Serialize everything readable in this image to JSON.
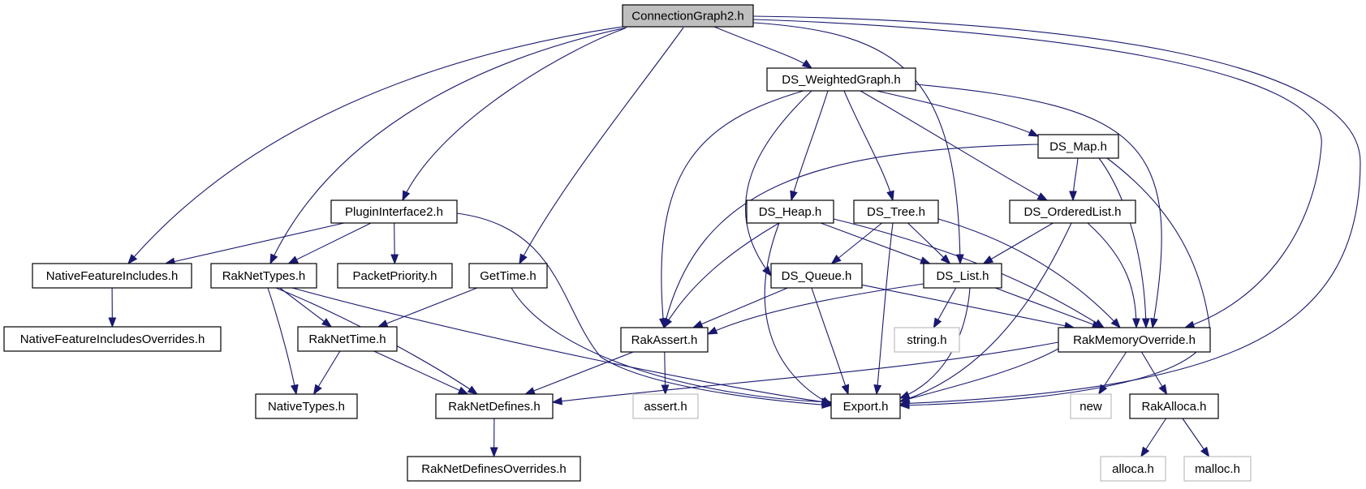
{
  "colors": {
    "edge": "#191970",
    "root_fill": "#bfbfbf",
    "node_fill": "#ffffff",
    "node_stroke": "#000000",
    "external_stroke": "#bfbfbf"
  },
  "nodes": [
    {
      "id": "connectiongraph2",
      "label": "ConnectionGraph2.h",
      "kind": "root"
    },
    {
      "id": "ds-weightedgraph",
      "label": "DS_WeightedGraph.h",
      "kind": "file"
    },
    {
      "id": "ds-map",
      "label": "DS_Map.h",
      "kind": "file"
    },
    {
      "id": "plugininterface2",
      "label": "PluginInterface2.h",
      "kind": "file"
    },
    {
      "id": "ds-heap",
      "label": "DS_Heap.h",
      "kind": "file"
    },
    {
      "id": "ds-tree",
      "label": "DS_Tree.h",
      "kind": "file"
    },
    {
      "id": "ds-orderedlist",
      "label": "DS_OrderedList.h",
      "kind": "file"
    },
    {
      "id": "nativefeatureincludes",
      "label": "NativeFeatureIncludes.h",
      "kind": "file"
    },
    {
      "id": "raknettypes",
      "label": "RakNetTypes.h",
      "kind": "file"
    },
    {
      "id": "packetpriority",
      "label": "PacketPriority.h",
      "kind": "file"
    },
    {
      "id": "gettime",
      "label": "GetTime.h",
      "kind": "file"
    },
    {
      "id": "ds-queue",
      "label": "DS_Queue.h",
      "kind": "file"
    },
    {
      "id": "ds-list",
      "label": "DS_List.h",
      "kind": "file"
    },
    {
      "id": "nativefeatureincludesoverrides",
      "label": "NativeFeatureIncludesOverrides.h",
      "kind": "file"
    },
    {
      "id": "raknettime",
      "label": "RakNetTime.h",
      "kind": "file"
    },
    {
      "id": "rakassert",
      "label": "RakAssert.h",
      "kind": "file"
    },
    {
      "id": "string-h",
      "label": "string.h",
      "kind": "external"
    },
    {
      "id": "rakmemoryoverride",
      "label": "RakMemoryOverride.h",
      "kind": "file"
    },
    {
      "id": "nativetypes",
      "label": "NativeTypes.h",
      "kind": "file"
    },
    {
      "id": "raknetdefines",
      "label": "RakNetDefines.h",
      "kind": "file"
    },
    {
      "id": "assert-h",
      "label": "assert.h",
      "kind": "external"
    },
    {
      "id": "export",
      "label": "Export.h",
      "kind": "file"
    },
    {
      "id": "new",
      "label": "new",
      "kind": "external"
    },
    {
      "id": "rakalloca",
      "label": "RakAlloca.h",
      "kind": "file"
    },
    {
      "id": "raknetdefinesoverrides",
      "label": "RakNetDefinesOverrides.h",
      "kind": "file"
    },
    {
      "id": "alloca-h",
      "label": "alloca.h",
      "kind": "external"
    },
    {
      "id": "malloc-h",
      "label": "malloc.h",
      "kind": "external"
    }
  ],
  "edges": [
    {
      "from": "connectiongraph2",
      "to": "ds-weightedgraph"
    },
    {
      "from": "connectiongraph2",
      "to": "plugininterface2"
    },
    {
      "from": "connectiongraph2",
      "to": "nativefeatureincludes"
    },
    {
      "from": "connectiongraph2",
      "to": "raknettypes"
    },
    {
      "from": "connectiongraph2",
      "to": "gettime"
    },
    {
      "from": "connectiongraph2",
      "to": "ds-list"
    },
    {
      "from": "connectiongraph2",
      "to": "rakmemoryoverride"
    },
    {
      "from": "connectiongraph2",
      "to": "export"
    },
    {
      "from": "ds-weightedgraph",
      "to": "ds-map"
    },
    {
      "from": "ds-weightedgraph",
      "to": "ds-heap"
    },
    {
      "from": "ds-weightedgraph",
      "to": "ds-tree"
    },
    {
      "from": "ds-weightedgraph",
      "to": "ds-orderedlist"
    },
    {
      "from": "ds-weightedgraph",
      "to": "ds-queue"
    },
    {
      "from": "ds-weightedgraph",
      "to": "rakassert"
    },
    {
      "from": "ds-weightedgraph",
      "to": "rakmemoryoverride"
    },
    {
      "from": "ds-map",
      "to": "ds-orderedlist"
    },
    {
      "from": "ds-map",
      "to": "rakassert"
    },
    {
      "from": "ds-map",
      "to": "rakmemoryoverride"
    },
    {
      "from": "ds-map",
      "to": "export"
    },
    {
      "from": "plugininterface2",
      "to": "nativefeatureincludes"
    },
    {
      "from": "plugininterface2",
      "to": "raknettypes"
    },
    {
      "from": "plugininterface2",
      "to": "packetpriority"
    },
    {
      "from": "plugininterface2",
      "to": "export"
    },
    {
      "from": "ds-heap",
      "to": "ds-list"
    },
    {
      "from": "ds-heap",
      "to": "rakassert"
    },
    {
      "from": "ds-heap",
      "to": "rakmemoryoverride"
    },
    {
      "from": "ds-heap",
      "to": "export"
    },
    {
      "from": "ds-tree",
      "to": "ds-queue"
    },
    {
      "from": "ds-tree",
      "to": "ds-list"
    },
    {
      "from": "ds-tree",
      "to": "rakmemoryoverride"
    },
    {
      "from": "ds-tree",
      "to": "export"
    },
    {
      "from": "ds-orderedlist",
      "to": "ds-list"
    },
    {
      "from": "ds-orderedlist",
      "to": "rakmemoryoverride"
    },
    {
      "from": "ds-orderedlist",
      "to": "export"
    },
    {
      "from": "nativefeatureincludes",
      "to": "nativefeatureincludesoverrides"
    },
    {
      "from": "raknettypes",
      "to": "raknettime"
    },
    {
      "from": "raknettypes",
      "to": "nativetypes"
    },
    {
      "from": "raknettypes",
      "to": "raknetdefines"
    },
    {
      "from": "raknettypes",
      "to": "export"
    },
    {
      "from": "gettime",
      "to": "raknettime"
    },
    {
      "from": "gettime",
      "to": "export"
    },
    {
      "from": "ds-queue",
      "to": "rakassert"
    },
    {
      "from": "ds-queue",
      "to": "rakmemoryoverride"
    },
    {
      "from": "ds-queue",
      "to": "export"
    },
    {
      "from": "ds-list",
      "to": "rakassert"
    },
    {
      "from": "ds-list",
      "to": "string-h"
    },
    {
      "from": "ds-list",
      "to": "rakmemoryoverride"
    },
    {
      "from": "ds-list",
      "to": "export"
    },
    {
      "from": "raknettime",
      "to": "nativetypes"
    },
    {
      "from": "raknettime",
      "to": "raknetdefines"
    },
    {
      "from": "rakassert",
      "to": "raknetdefines"
    },
    {
      "from": "rakassert",
      "to": "assert-h"
    },
    {
      "from": "rakmemoryoverride",
      "to": "raknetdefines"
    },
    {
      "from": "rakmemoryoverride",
      "to": "export"
    },
    {
      "from": "rakmemoryoverride",
      "to": "new"
    },
    {
      "from": "rakmemoryoverride",
      "to": "rakalloca"
    },
    {
      "from": "raknetdefines",
      "to": "raknetdefinesoverrides"
    },
    {
      "from": "rakalloca",
      "to": "alloca-h"
    },
    {
      "from": "rakalloca",
      "to": "malloc-h"
    }
  ]
}
